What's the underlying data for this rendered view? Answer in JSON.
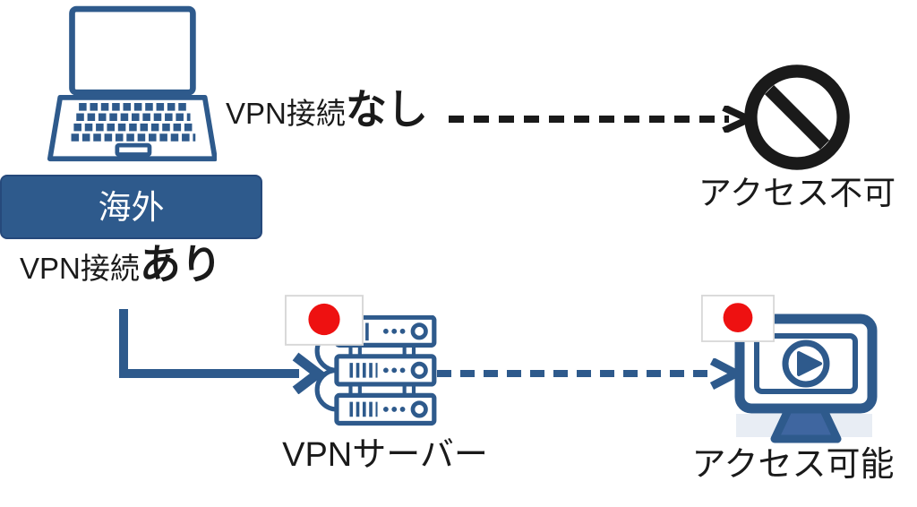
{
  "colors": {
    "blue": "#2E5A8C",
    "black": "#1a1a1a",
    "red": "#EE1111",
    "flag_border": "#D8D8D8"
  },
  "nodes": {
    "client": {
      "location_label": "海外",
      "icon": "laptop-icon"
    },
    "blocked": {
      "label": "アクセス不可",
      "icon": "prohibited-icon"
    },
    "vpn_server": {
      "label": "VPNサーバー",
      "icon": "server-icon",
      "flag": "japan-flag"
    },
    "allowed": {
      "label": "アクセス可能",
      "icon": "monitor-play-icon",
      "flag": "japan-flag"
    }
  },
  "edges": {
    "no_vpn": {
      "prefix": "VPN接続",
      "emphasis": "なし",
      "style": "black-dashed-arrow"
    },
    "with_vpn": {
      "prefix": "VPN接続",
      "emphasis": "あり",
      "style": "blue-solid-elbow-arrow"
    },
    "server_to_service": {
      "style": "blue-dashed-arrow"
    }
  }
}
